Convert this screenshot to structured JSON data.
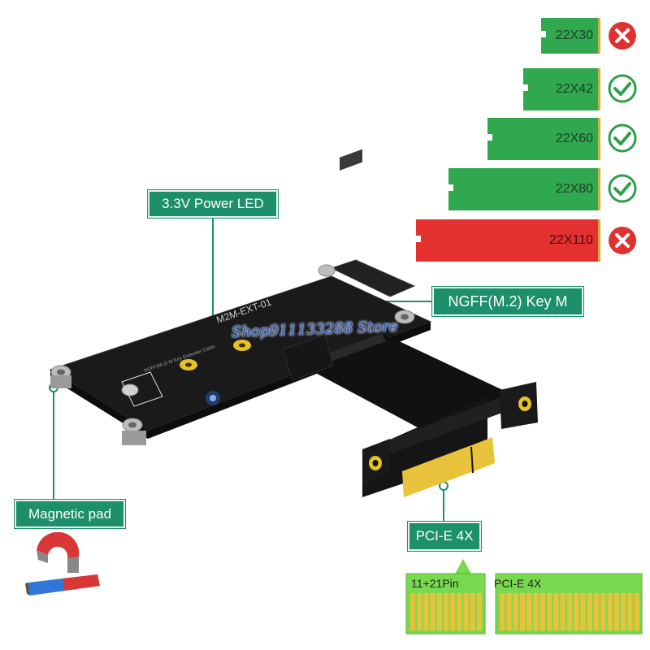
{
  "labels": {
    "power_led": "3.3V Power  LED",
    "ngff": "NGFF(M.2) Key M",
    "magnetic": "Magnetic pad",
    "pcie": "PCI-E 4X"
  },
  "ssd_sizes": [
    {
      "label": "22X30",
      "supported": false
    },
    {
      "label": "22X42",
      "supported": true
    },
    {
      "label": "22X60",
      "supported": true
    },
    {
      "label": "22X80",
      "supported": true
    },
    {
      "label": "22X110",
      "supported": false
    }
  ],
  "board": {
    "model": "M2M-EXT-01",
    "silk_text": "NGFF(M.2) M  Key Extender Cable"
  },
  "watermark": "Shop911133288 Store",
  "connector": {
    "pins": "11+21Pin",
    "type": "PCI-E 4X"
  },
  "colors": {
    "label_green": "#1d8f6a",
    "ssd_green": "#2fa84f",
    "ssd_red": "#e53030",
    "check_green": "#2e9e4a",
    "cross_red": "#e03131",
    "pin_gold": "#e8c23a",
    "connector_green": "#79d94e"
  }
}
